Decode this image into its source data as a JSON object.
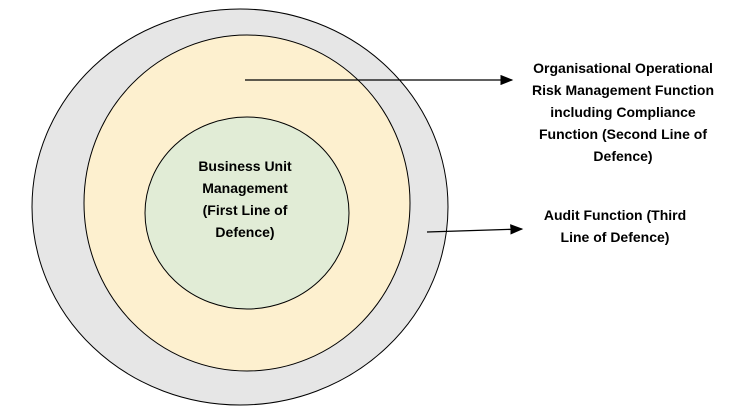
{
  "colors": {
    "outer": "#e6e6e6",
    "middle": "#fdf0cf",
    "inner": "#e1ecd6",
    "stroke": "#000000"
  },
  "inner_label": [
    "Business Unit",
    "Management",
    "(First Line of",
    "Defence)"
  ],
  "second_label": [
    "Organisational Operational",
    "Risk Management Function",
    "including Compliance",
    "Function (Second Line of",
    "Defence)"
  ],
  "third_label": [
    "Audit Function (Third",
    "Line of Defence)"
  ]
}
